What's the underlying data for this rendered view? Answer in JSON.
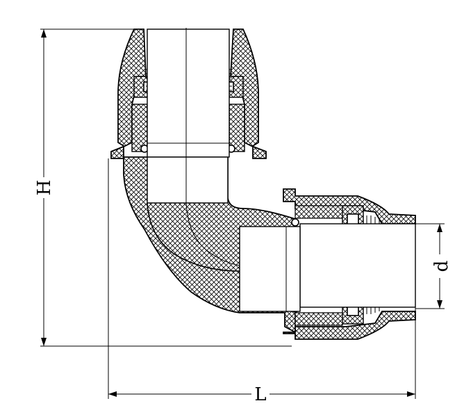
{
  "labels": {
    "height": "H",
    "length": "L",
    "diameter": "d"
  },
  "colors": {
    "line": "#000000",
    "background": "#ffffff"
  }
}
